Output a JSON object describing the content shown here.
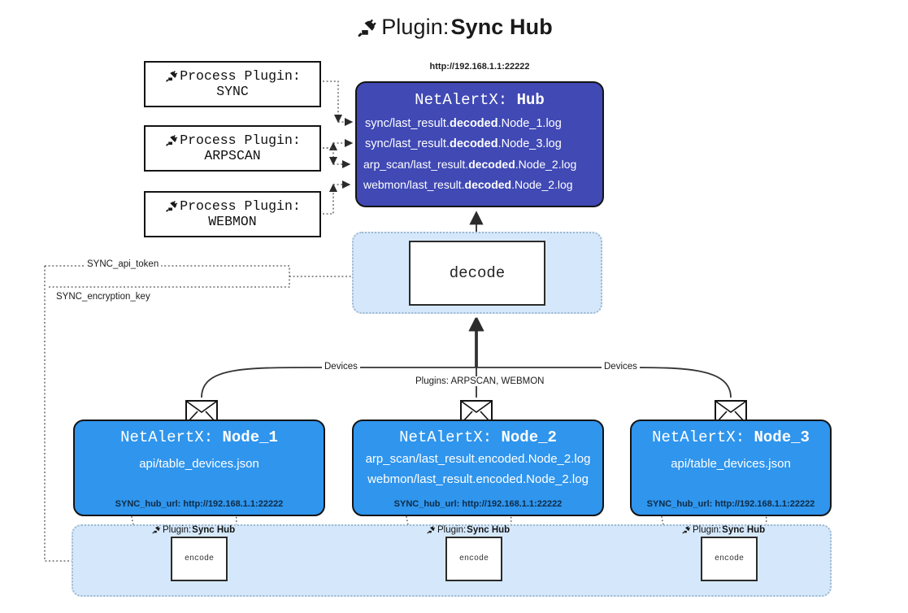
{
  "title": {
    "icon": "plug-icon",
    "prefix": "Plugin: ",
    "name": "Sync Hub"
  },
  "hub": {
    "url": "http://192.168.1.1:22222",
    "title_prefix": "NetAlertX: ",
    "title_name": "Hub",
    "logs": [
      {
        "pre": "sync/last_result.",
        "mid": "decoded",
        "post": ".Node_1.log"
      },
      {
        "pre": "sync/last_result.",
        "mid": "decoded",
        "post": ".Node_3.log"
      },
      {
        "pre": "arp_scan/last_result.",
        "mid": "decoded",
        "post": ".Node_2.log"
      },
      {
        "pre": "webmon/last_result.",
        "mid": "decoded",
        "post": ".Node_2.log"
      }
    ]
  },
  "process_plugins": [
    {
      "icon": "plug-icon",
      "head": "Process Plugin:",
      "name": "SYNC"
    },
    {
      "icon": "plug-icon",
      "head": "Process Plugin:",
      "name": "ARPSCAN"
    },
    {
      "icon": "plug-icon",
      "head": "Process Plugin:",
      "name": "WEBMON"
    }
  ],
  "decode": {
    "label": "decode"
  },
  "secrets": [
    {
      "label": "SYNC_api_token"
    },
    {
      "label": "SYNC_encryption_key"
    }
  ],
  "edge_labels": {
    "devices_left": "Devices",
    "devices_right": "Devices",
    "plugins_middle": "Plugins: ARPSCAN, WEBMON"
  },
  "nodes": [
    {
      "title_prefix": "NetAlertX: ",
      "title_name": "Node_1",
      "lines": [
        "api/table_devices.json"
      ],
      "url_label": "SYNC_hub_url: http://192.168.1.1:22222"
    },
    {
      "title_prefix": "NetAlertX: ",
      "title_name": "Node_2",
      "lines": [
        "arp_scan/last_result.encoded.Node_2.log",
        "webmon/last_result.encoded.Node_2.log"
      ],
      "url_label": "SYNC_hub_url: http://192.168.1.1:22222"
    },
    {
      "title_prefix": "NetAlertX: ",
      "title_name": "Node_3",
      "lines": [
        "api/table_devices.json"
      ],
      "url_label": "SYNC_hub_url: http://192.168.1.1:22222"
    }
  ],
  "encoders": [
    {
      "icon": "plug-icon",
      "label_prefix": "Plugin: ",
      "label_name": "Sync Hub",
      "box": "encode"
    },
    {
      "icon": "plug-icon",
      "label_prefix": "Plugin: ",
      "label_name": "Sync Hub",
      "box": "encode"
    },
    {
      "icon": "plug-icon",
      "label_prefix": "Plugin: ",
      "label_name": "Sync Hub",
      "box": "encode"
    }
  ],
  "icons": {
    "envelope": "envelope-icon",
    "plug": "plug-icon"
  },
  "colors": {
    "hub_fill": "#4049b4",
    "node_fill": "#2f95ed",
    "container_fill": "#d5e8fb",
    "container_border": "#9fb8ce",
    "outline": "#141414",
    "text_light": "#ffffff"
  }
}
